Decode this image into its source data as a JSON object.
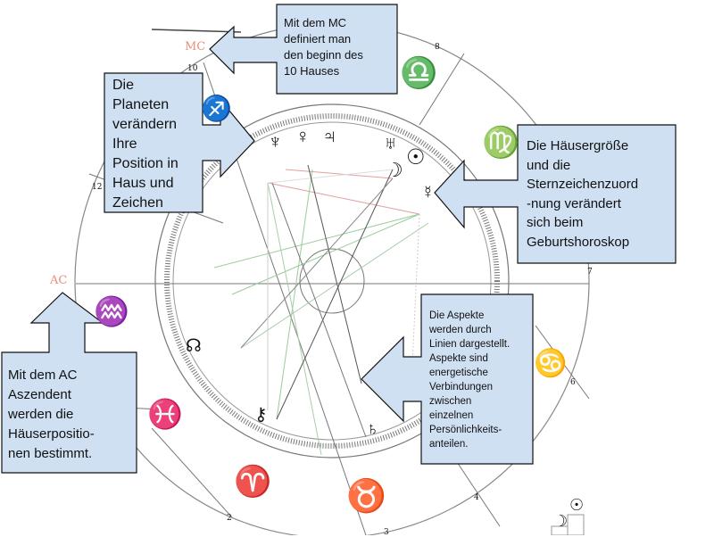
{
  "chart_labels": {
    "mc": "MC",
    "ac": "AC",
    "houses": [
      "10",
      "12",
      "8",
      "7",
      "6",
      "4",
      "2",
      "3"
    ]
  },
  "planet_glyphs": {
    "neptune": "♆",
    "venus": "♀",
    "jupiter": "♃",
    "uranus": "♅",
    "sun": "☉",
    "moon": "☽",
    "mercury": "☿",
    "node": "☊",
    "chiron": "⚷",
    "saturn": "♄"
  },
  "zodiac_glyphs": {
    "libra": "♎",
    "virgo": "♍",
    "aquarius": "♒",
    "pisces": "♓",
    "aries": "♈",
    "taurus": "♉",
    "cancer": "♋",
    "sagittarius": "♐"
  },
  "callouts": {
    "mc": [
      "Mit dem MC",
      "definiert man",
      "den beginn des",
      "10 Hauses"
    ],
    "planets": [
      "Die",
      "Planeten",
      "verändern",
      "Ihre",
      "Position in",
      "Haus und",
      "Zeichen"
    ],
    "houses": [
      "Die Häusergröße",
      "und die",
      "Sternzeichenzuord",
      "-nung verändert",
      "sich beim",
      "Geburtshoroskop"
    ],
    "ac": [
      "Mit dem AC",
      "Aszendent",
      "werden die",
      "Häuserpositio-",
      "nen bestimmt."
    ],
    "aspects": [
      "Die Aspekte",
      "werden durch",
      "Linien dargestellt.",
      "Aspekte sind",
      "energetische",
      "Verbindungen",
      "zwischen",
      "einzelnen",
      "Persönlichkeits-",
      "anteilen."
    ]
  },
  "colors": {
    "callout_fill": "#cfe0f3",
    "accent": "#e8907a"
  }
}
